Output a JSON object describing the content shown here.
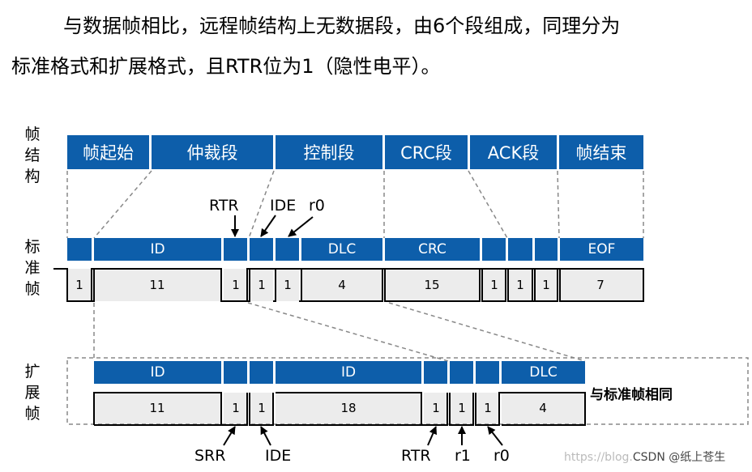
{
  "text": {
    "line1": "与数据帧相比，远程帧结构上无数据段，由6个段组成，同理分为",
    "line2": "标准格式和扩展格式，且RTR位为1（隐性电平）。"
  },
  "side_labels": {
    "frame_structure": [
      "帧",
      "结",
      "构"
    ],
    "standard_frame": [
      "标",
      "准",
      "帧"
    ],
    "extended_frame": [
      "扩",
      "展",
      "帧"
    ]
  },
  "segments": [
    "帧起始",
    "仲裁段",
    "控制段",
    "CRC段",
    "ACK段",
    "帧结束"
  ],
  "standard": {
    "fields": [
      "ID",
      "DLC",
      "CRC",
      "EOF"
    ],
    "bits": [
      "1",
      "11",
      "1",
      "1",
      "1",
      "4",
      "15",
      "1",
      "1",
      "1",
      "7"
    ],
    "annotations": {
      "rtr": "RTR",
      "ide": "IDE",
      "r0": "r0"
    }
  },
  "extended": {
    "fields": [
      "ID",
      "ID",
      "DLC"
    ],
    "bits": [
      "11",
      "1",
      "1",
      "18",
      "1",
      "1",
      "1",
      "4"
    ],
    "same_note": "与标准帧相同",
    "annotations": {
      "srr": "SRR",
      "ide": "IDE",
      "rtr": "RTR",
      "r1": "r1",
      "r0": "r0"
    }
  },
  "watermark": {
    "main": "CSDN @纸上苍生",
    "faint": "https://blog."
  },
  "colors": {
    "field_blue": "#0d5eaa",
    "dash": "#888888",
    "waveform": "#000000"
  }
}
